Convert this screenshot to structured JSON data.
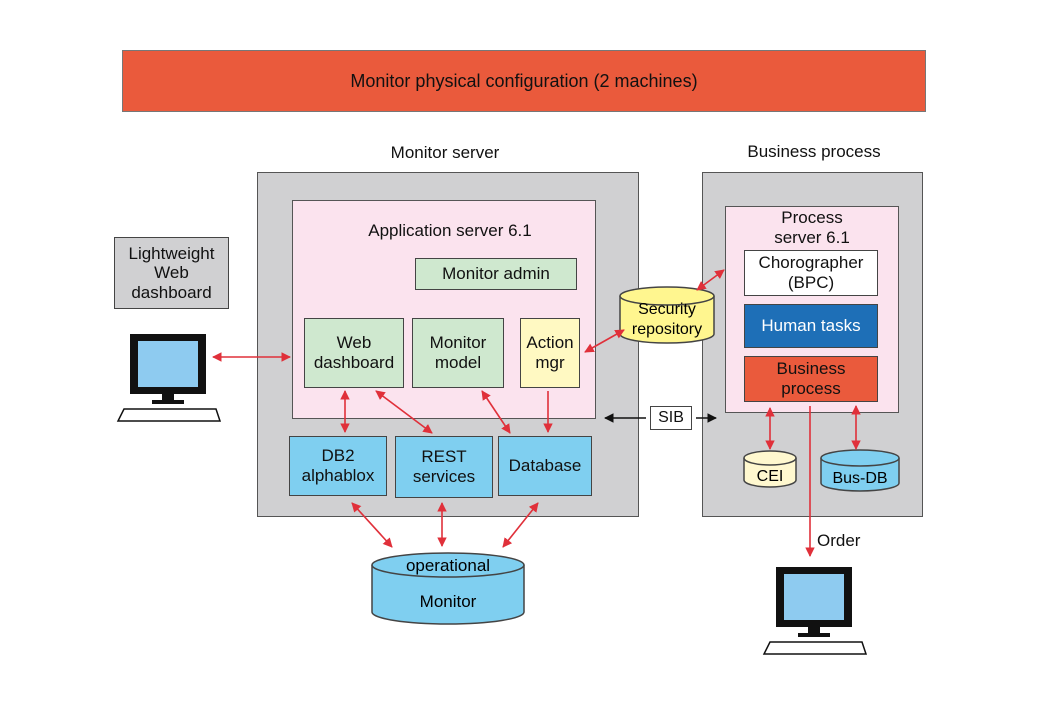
{
  "title": "Monitor physical configuration (2 machines)",
  "monitor_server": {
    "label": "Monitor server",
    "app_server": "Application server 6.1",
    "monitor_admin": "Monitor admin",
    "web_dashboard": [
      "Web",
      "dashboard"
    ],
    "monitor_model": [
      "Monitor",
      "model"
    ],
    "action_mgr": [
      "Action",
      "mgr"
    ],
    "db2": [
      "DB2",
      "alphablox"
    ],
    "rest": [
      "REST",
      "services"
    ],
    "database": "Database"
  },
  "business_process": {
    "label": "Business process",
    "process_server": [
      "Process",
      "server 6.1"
    ],
    "choreographer": [
      "Chorographer",
      "(BPC)"
    ],
    "human_tasks": "Human tasks",
    "business_process_box": [
      "Business",
      "process"
    ],
    "cei": "CEI",
    "bus_db": "Bus-DB"
  },
  "lightweight": [
    "Lightweight",
    "Web",
    "dashboard"
  ],
  "security": [
    "Security",
    "repository"
  ],
  "sib": "SIB",
  "operational": [
    "operational",
    "Monitor"
  ],
  "order": "Order",
  "colors": {
    "banner": "#ea5a3c",
    "arrow": "#e0303a",
    "green_box": "#cfe8cf",
    "blue_box": "#7fcff0",
    "human_tasks": "#1e6fb7"
  }
}
